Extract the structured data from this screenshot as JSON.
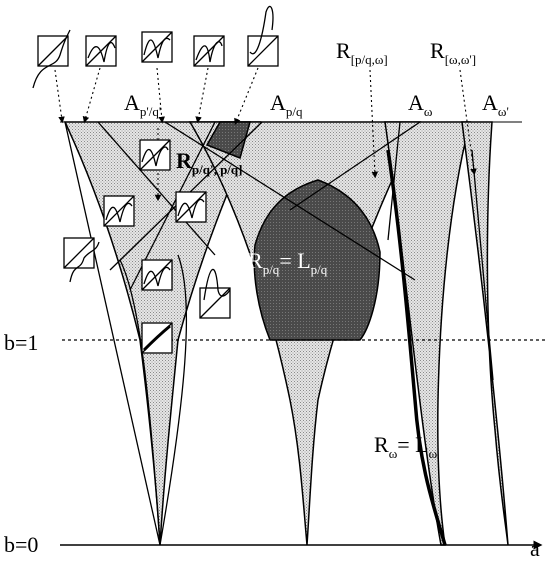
{
  "labels": {
    "a_pq_prime": "A",
    "a_pq_prime_sub": "p'/q'",
    "a_pq": "A",
    "a_pq_sub": "p/q",
    "a_omega": "A",
    "a_omega_sub": "ω",
    "a_omega_prime": "A",
    "a_omega_prime_sub": "ω'",
    "r_pq_omega": "R",
    "r_pq_omega_sub": "[p/q,ω]",
    "r_omega_omega": "R",
    "r_omega_omega_sub": "[ω,ω']",
    "r_pqp_pq": "R",
    "r_pqp_pq_sub": "p/q', p/q]",
    "r_pq_eq_l": "R",
    "r_pq_eq_l_sub1": "p/q",
    "r_pq_eq_l_mid": "= L",
    "r_pq_eq_l_sub2": "p/q",
    "r_omega_eq_l": "R",
    "r_omega_eq_l_sub1": "ω",
    "r_omega_eq_l_mid": "= L",
    "r_omega_eq_l_sub2": "ω",
    "b1": "b=1",
    "b0": "b=0",
    "axis_a": "a"
  },
  "colors": {
    "light_stipple": "#d4d4d4",
    "dark_region": "#4a4a4a",
    "line": "#000000"
  },
  "icons": [
    "circle-map-graph-icon-1",
    "circle-map-graph-icon-2",
    "circle-map-graph-icon-3",
    "circle-map-graph-icon-4",
    "circle-map-graph-icon-5",
    "circle-map-graph-icon-6",
    "circle-map-graph-icon-7",
    "circle-map-graph-icon-8",
    "circle-map-graph-icon-9",
    "circle-map-graph-icon-10",
    "circle-map-graph-icon-11",
    "circle-map-graph-icon-12",
    "circle-map-graph-icon-13"
  ]
}
